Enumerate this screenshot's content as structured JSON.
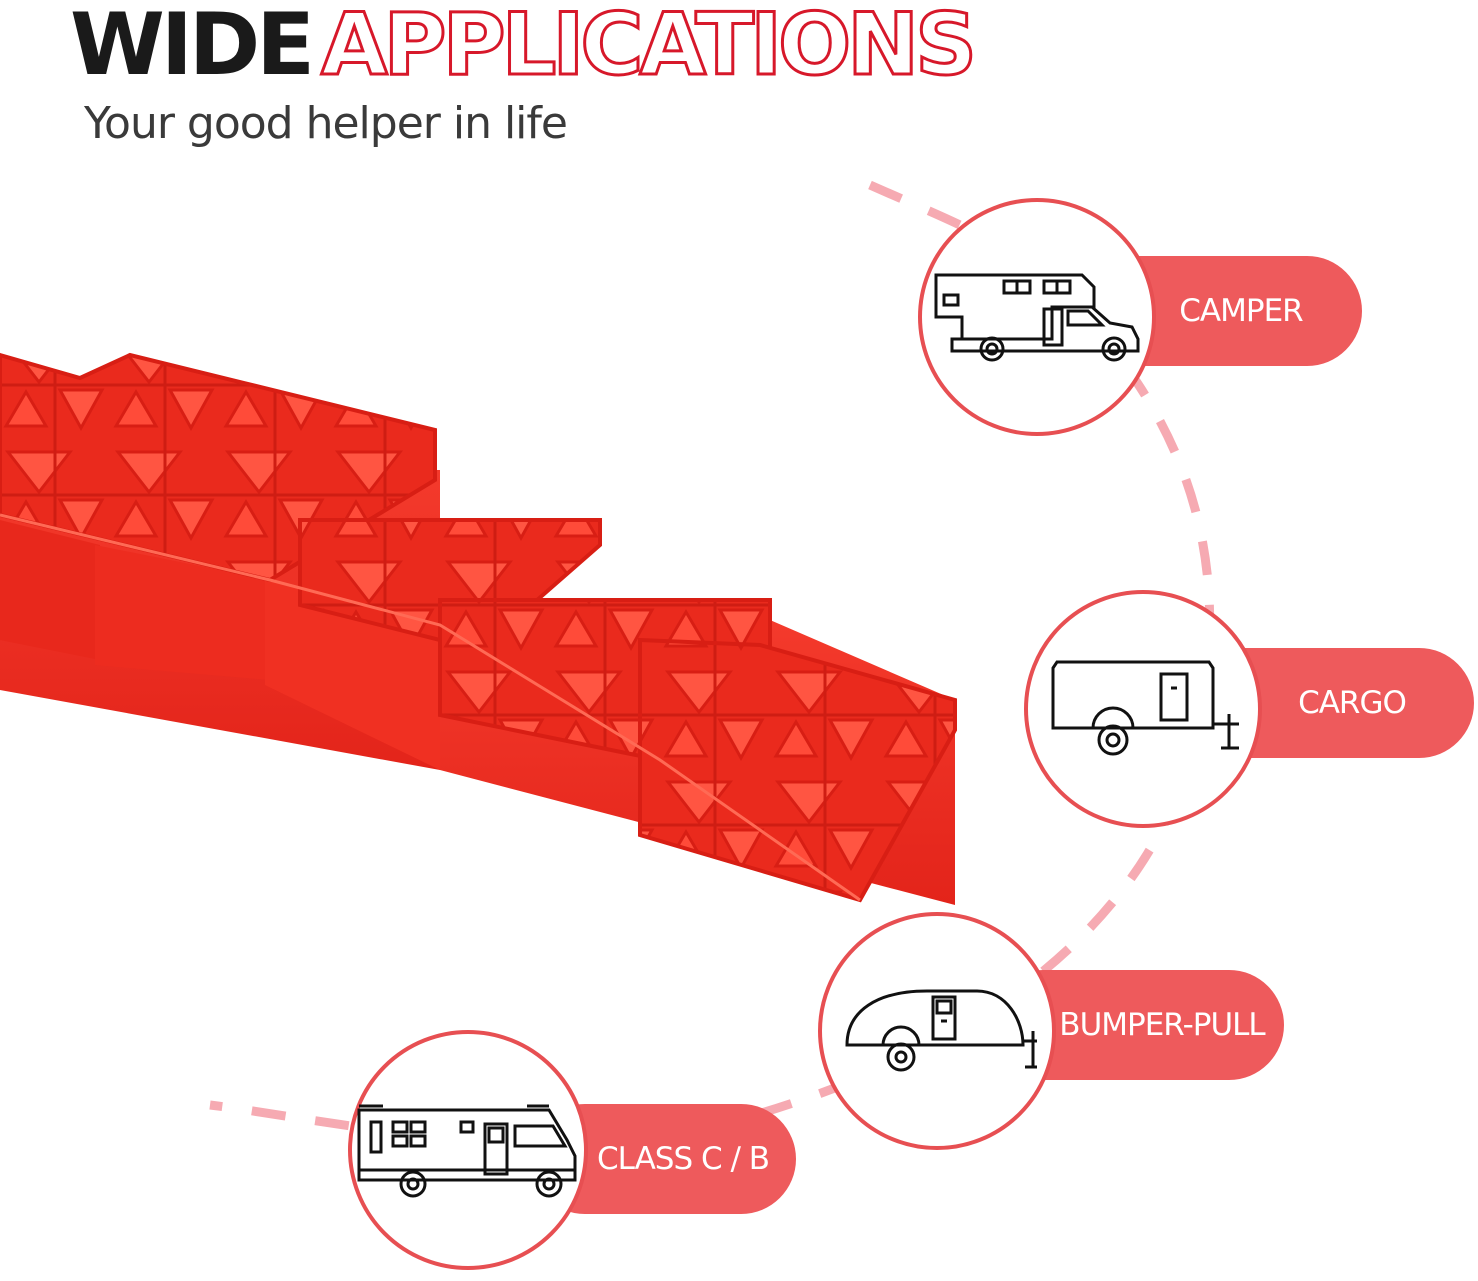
{
  "header": {
    "title_part1": "WIDE",
    "title_part2": "APPLICATIONS",
    "subtitle": "Your good helper in life"
  },
  "colors": {
    "accent": "#d7182a",
    "pill": "#ee5a5c",
    "circle_border": "#e74f52",
    "arc": "#f6aab2",
    "product": "#f22a22"
  },
  "applications": [
    {
      "label": "CAMPER",
      "icon": "truck-camper-icon"
    },
    {
      "label": "CARGO",
      "icon": "cargo-trailer-icon"
    },
    {
      "label": "BUMPER-PULL",
      "icon": "teardrop-trailer-icon"
    },
    {
      "label": "CLASS C / B",
      "icon": "motorhome-icon"
    }
  ]
}
